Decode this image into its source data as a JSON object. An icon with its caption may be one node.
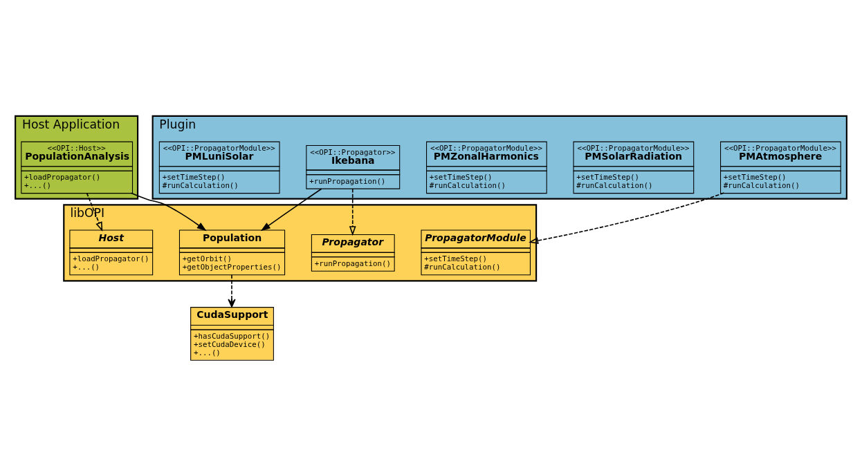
{
  "diagram": {
    "nodes": [
      {
        "text": [
          "libOPI"
        ]
      },
      {
        "text": [
          "Host",
          "+loadPropagator()",
          "+...()"
        ],
        "in": 0
      },
      {
        "text": [
          "Population",
          "+getOrbit()",
          "+getObjectProperties()"
        ],
        "in": 0
      },
      {
        "text": [
          "PropagatorModule",
          "+setTimeStep()",
          "#runCalculation()"
        ],
        "in": 0
      },
      {
        "text": [
          "Propagator",
          "+runPropagation()"
        ],
        "in": 0
      },
      {
        "text": [
          "CudaSupport",
          "+hasCudaSupport()",
          "+setCudaDevice()",
          "+...()"
        ]
      },
      {
        "text": [
          "Host Application"
        ]
      },
      {
        "text": [
          "<<OPI::Host>>",
          "PopulationAnalysis",
          "+loadPropagator()",
          "+...()"
        ],
        "in": 6
      },
      {
        "text": [
          "Plugin"
        ]
      },
      {
        "text": [
          "<<OPI::Propagator>>",
          "Ikebana",
          "+runPropagation()"
        ],
        "in": 8
      },
      {
        "text": [
          "<<OPI::PropagatorModule>>",
          "PMSolarRadiation",
          "+setTimeStep()",
          "#runCalculation()"
        ],
        "in": 8
      },
      {
        "text": [
          "<<OPI::PropagatorModule>>",
          "PMZonalHarmonics",
          "+setTimeStep()",
          "#runCalculation()"
        ],
        "in": 8
      },
      {
        "text": [
          "<<OPI::PropagatorModule>>",
          "PMAtmosphere",
          "+setTimeStep()",
          "#runCalculation()"
        ],
        "in": 8
      },
      {
        "text": [
          "<<OPI::PropagatorModule>>",
          "PMLuniSolar",
          "+setTimeStep()",
          "#runCalculation()"
        ],
        "in": 8
      }
    ],
    "edges": [
      {
        "from": 7,
        "to": 1,
        "arrow": "to",
        "style": "dashed"
      },
      {
        "from": 7,
        "to": 2,
        "arrow": "to"
      },
      {
        "from": 9,
        "to": 2,
        "arrow": "to"
      },
      {
        "from": 9,
        "to": 4,
        "arrow": "to",
        "style": "dashed"
      },
      {
        "from": 2,
        "to": 5,
        "arrow": "to",
        "style": "dashed"
      },
      {
        "from": 12,
        "to": 3,
        "arrow": "to",
        "style": "dashed"
      }
    ]
  }
}
